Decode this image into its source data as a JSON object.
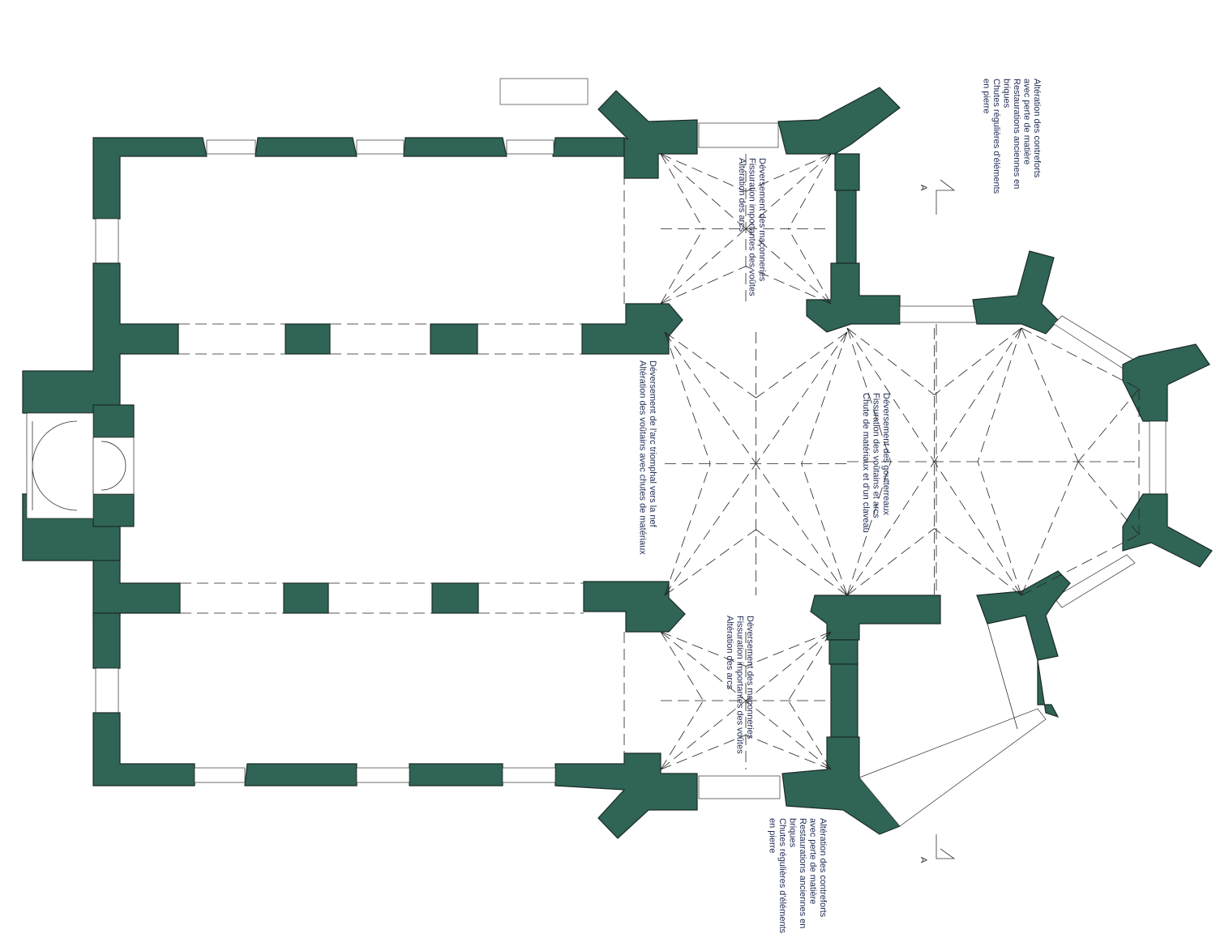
{
  "annotations": {
    "buttress_north": [
      "Altération des contreforts",
      "avec perte de matière",
      "Restaurations anciennes en",
      "briques",
      "Chutes régulières d'éléments",
      "en pierre"
    ],
    "transept_north": [
      "Déversement des maçonneries",
      "Fissuration importantes des voûtes",
      "Altération des arcs"
    ],
    "crossing": [
      "Déversement de l'arc triomphal vers la nef",
      "Altération des voûtains avec chutes de matériaux"
    ],
    "chancel": [
      "Déversement des goutterreaux",
      "Fissuration des voûtains et arcs",
      "Chute de matériaux et d'un claveau"
    ],
    "transept_south": [
      "Déversement des maçonneries",
      "Fissuration importantes des voûtes",
      "Altération des arcs"
    ],
    "buttress_south": [
      "Altération des contreforts",
      "avec perte de matière",
      "Restaurations anciennes en",
      "briques",
      "Chutes régulières d'éléments",
      "en pierre"
    ]
  },
  "section_markers": {
    "north": "A",
    "south": "A"
  },
  "colors": {
    "wall": "#2f6456",
    "text": "#1d2a52"
  }
}
